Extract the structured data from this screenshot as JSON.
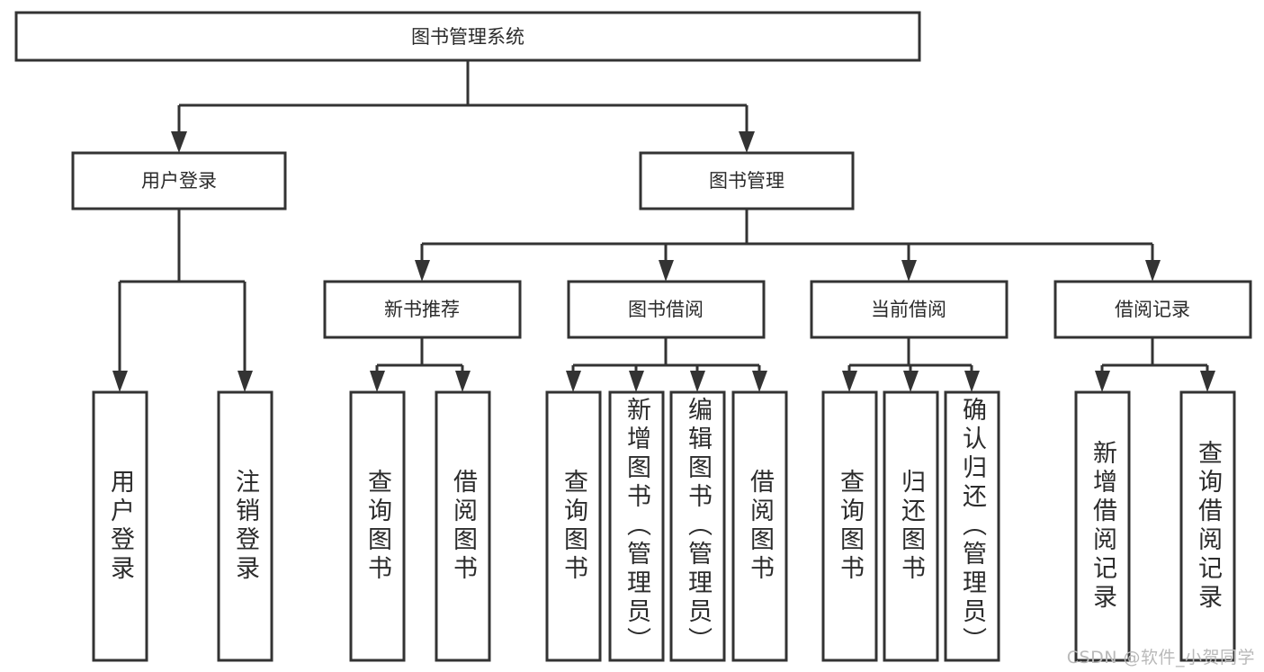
{
  "diagram": {
    "title": "图书管理系统",
    "type": "hierarchy-tree",
    "watermark": "CSDN @软件_小贺同学",
    "colors": {
      "stroke": "#333333",
      "box_fill": "#ffffff",
      "text": "#2b2b2b",
      "watermark": "#b9b9b9",
      "background": "#ffffff"
    },
    "root": {
      "label": "图书管理系统"
    },
    "level2": [
      {
        "label": "用户登录"
      },
      {
        "label": "图书管理"
      }
    ],
    "level3": [
      {
        "label": "新书推荐"
      },
      {
        "label": "图书借阅"
      },
      {
        "label": "当前借阅"
      },
      {
        "label": "借阅记录"
      }
    ],
    "leaves": {
      "user_login": [
        {
          "label": "用户登录"
        },
        {
          "label": "注销登录"
        }
      ],
      "new_book_recommend": [
        {
          "label": "查询图书"
        },
        {
          "label": "借阅图书"
        }
      ],
      "book_borrow": [
        {
          "label": "查询图书"
        },
        {
          "label": "新增图书（管理员）"
        },
        {
          "label": "编辑图书（管理员）"
        },
        {
          "label": "借阅图书"
        }
      ],
      "current_borrow": [
        {
          "label": "查询图书"
        },
        {
          "label": "归还图书"
        },
        {
          "label": "确认归还（管理员）"
        }
      ],
      "borrow_record": [
        {
          "label": "新增借阅记录"
        },
        {
          "label": "查询借阅记录"
        }
      ]
    }
  }
}
